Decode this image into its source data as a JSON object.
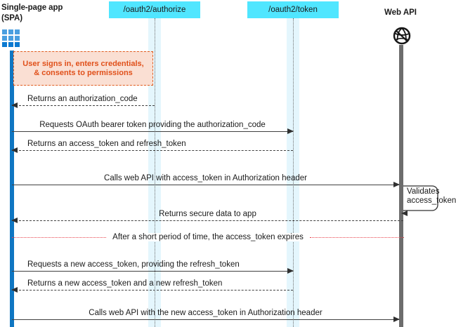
{
  "diagram": {
    "type": "sequence-diagram",
    "title": "OAuth 2.0 authorization code flow for single-page app",
    "participants": [
      {
        "id": "spa",
        "label": "Single-page app\n(SPA)",
        "label_line1": "Single-page app",
        "label_line2": "(SPA)",
        "icon": "app-grid-icon",
        "lifeline_color": "#0f76c2"
      },
      {
        "id": "authorize",
        "label": "/oauth2/authorize",
        "header_bg": "#50e6ff",
        "band_color": "#e4f6fd"
      },
      {
        "id": "token",
        "label": "/oauth2/token",
        "header_bg": "#50e6ff",
        "band_color": "#e4f6fd"
      },
      {
        "id": "webapi",
        "label": "Web API",
        "icon": "globe-icon",
        "lifeline_color": "#6d6d6d"
      }
    ],
    "note": {
      "text": "User signs in, enters credentials, & consents to permissions",
      "border_color": "#e05c1f",
      "fill_color": "#fadfd3",
      "text_color": "#e0501a"
    },
    "messages": [
      {
        "id": "m1",
        "label": "Returns an authorization_code",
        "from": "authorize",
        "to": "spa",
        "style": "dashed",
        "direction": "left",
        "align": "left"
      },
      {
        "id": "m2",
        "label": "Requests OAuth bearer token providing the authorization_code",
        "from": "spa",
        "to": "token",
        "style": "solid",
        "direction": "right",
        "align": "center"
      },
      {
        "id": "m3",
        "label": "Returns an access_token and refresh_token",
        "from": "token",
        "to": "spa",
        "style": "dashed",
        "direction": "left",
        "align": "left"
      },
      {
        "id": "m4",
        "label": "Calls web API with access_token in Authorization header",
        "from": "spa",
        "to": "webapi",
        "style": "solid",
        "direction": "right",
        "align": "center"
      },
      {
        "id": "m5",
        "label": "Returns secure data to app",
        "from": "webapi",
        "to": "spa",
        "style": "dashed",
        "direction": "left",
        "align": "center"
      },
      {
        "id": "m6",
        "label": "Requests a new access_token, providing the refresh_token",
        "from": "spa",
        "to": "token",
        "style": "solid",
        "direction": "right",
        "align": "left"
      },
      {
        "id": "m7",
        "label": "Returns a new access_token and a new refresh_token",
        "from": "token",
        "to": "spa",
        "style": "dashed",
        "direction": "left",
        "align": "left"
      },
      {
        "id": "m8",
        "label": "Calls web API with the new access_token in Authorization header",
        "from": "spa",
        "to": "webapi",
        "style": "solid",
        "direction": "right",
        "align": "center"
      }
    ],
    "self_message": {
      "label_line1": "Validates",
      "label_line2": "access_token",
      "on": "webapi"
    },
    "separator": {
      "text": "After a short period of time, the access_token expires",
      "color": "#e8424c"
    }
  }
}
